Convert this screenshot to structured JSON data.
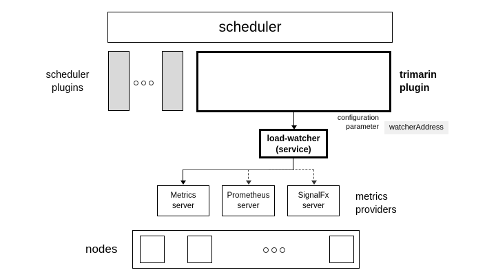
{
  "diagram": {
    "title_box": {
      "label": "scheduler"
    },
    "left_labels": {
      "scheduler_plugins_line1": "scheduler",
      "scheduler_plugins_line2": "plugins",
      "nodes": "nodes"
    },
    "right_labels": {
      "trimarin_line1": "trimarin",
      "trimarin_line2": "plugin",
      "metrics_providers_line1": "metrics",
      "metrics_providers_line2": "providers"
    },
    "annotations": {
      "config_param_line1": "configuration",
      "config_param_line2": "parameter",
      "watcher_address": "watcherAddress"
    },
    "load_watcher": {
      "line1": "load-watcher",
      "line2": "(service)"
    },
    "metrics_servers": [
      {
        "line1": "Metrics",
        "line2": "server",
        "link": "solid"
      },
      {
        "line1": "Prometheus",
        "line2": "server",
        "link": "dashed"
      },
      {
        "line1": "SignalFx",
        "line2": "server",
        "link": "dashed"
      }
    ],
    "plugin_slots": [
      {
        "name": "plugin-slot-1",
        "fill": "#d9d9d9"
      },
      {
        "name": "plugin-slot-2",
        "fill": "#d9d9d9"
      }
    ],
    "node_slots": [
      {
        "name": "node-1"
      },
      {
        "name": "node-2"
      },
      {
        "name": "node-n"
      }
    ],
    "ellipsis": "ooo",
    "colors": {
      "stroke": "#000000",
      "plugin_fill": "#d9d9d9",
      "code_bg": "#f0f0f0",
      "connector_gray": "#555555",
      "background": "#ffffff"
    }
  }
}
